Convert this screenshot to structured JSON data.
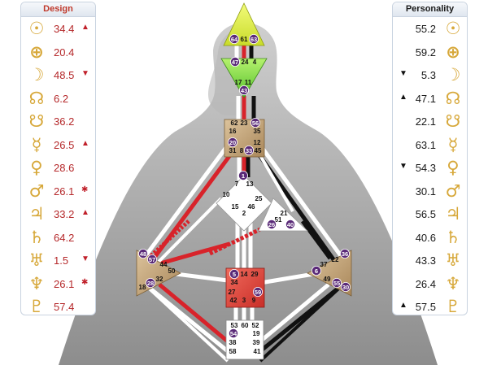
{
  "design": {
    "title": "Design",
    "accent": "#b5282a",
    "rows": [
      {
        "planet_icon": "sun-icon",
        "glyph": "☉",
        "value": "34.4",
        "mark": "▲"
      },
      {
        "planet_icon": "earth-icon",
        "glyph": "⊕",
        "value": "20.4",
        "mark": ""
      },
      {
        "planet_icon": "moon-icon",
        "glyph": "☽",
        "value": "48.5",
        "mark": "▼"
      },
      {
        "planet_icon": "north-node-icon",
        "glyph": "☊",
        "value": "6.2",
        "mark": ""
      },
      {
        "planet_icon": "south-node-icon",
        "glyph": "☋",
        "value": "36.2",
        "mark": ""
      },
      {
        "planet_icon": "mercury-icon",
        "glyph": "☿",
        "value": "26.5",
        "mark": "▲"
      },
      {
        "planet_icon": "venus-icon",
        "glyph": "♀",
        "value": "28.6",
        "mark": ""
      },
      {
        "planet_icon": "mars-icon",
        "glyph": "♂",
        "value": "26.1",
        "mark": "✱"
      },
      {
        "planet_icon": "jupiter-icon",
        "glyph": "♃",
        "value": "33.2",
        "mark": "▲"
      },
      {
        "planet_icon": "saturn-icon",
        "glyph": "♄",
        "value": "64.2",
        "mark": ""
      },
      {
        "planet_icon": "uranus-icon",
        "glyph": "♅",
        "value": "1.5",
        "mark": "▼"
      },
      {
        "planet_icon": "neptune-icon",
        "glyph": "♆",
        "value": "26.1",
        "mark": "✱"
      },
      {
        "planet_icon": "pluto-icon",
        "glyph": "♇",
        "value": "57.4",
        "mark": ""
      }
    ]
  },
  "personality": {
    "title": "Personality",
    "rows": [
      {
        "planet_icon": "sun-icon",
        "glyph": "☉",
        "value": "55.2",
        "mark": ""
      },
      {
        "planet_icon": "earth-icon",
        "glyph": "⊕",
        "value": "59.2",
        "mark": ""
      },
      {
        "planet_icon": "moon-icon",
        "glyph": "☽",
        "value": "5.3",
        "mark": "▼"
      },
      {
        "planet_icon": "north-node-icon",
        "glyph": "☊",
        "value": "47.1",
        "mark": "▲"
      },
      {
        "planet_icon": "south-node-icon",
        "glyph": "☋",
        "value": "22.1",
        "mark": ""
      },
      {
        "planet_icon": "mercury-icon",
        "glyph": "☿",
        "value": "63.1",
        "mark": ""
      },
      {
        "planet_icon": "venus-icon",
        "glyph": "♀",
        "value": "54.3",
        "mark": "▼"
      },
      {
        "planet_icon": "mars-icon",
        "glyph": "♂",
        "value": "30.1",
        "mark": ""
      },
      {
        "planet_icon": "jupiter-icon",
        "glyph": "♃",
        "value": "56.5",
        "mark": ""
      },
      {
        "planet_icon": "saturn-icon",
        "glyph": "♄",
        "value": "40.6",
        "mark": ""
      },
      {
        "planet_icon": "uranus-icon",
        "glyph": "♅",
        "value": "43.3",
        "mark": ""
      },
      {
        "planet_icon": "neptune-icon",
        "glyph": "♆",
        "value": "26.4",
        "mark": ""
      },
      {
        "planet_icon": "pluto-icon",
        "glyph": "♇",
        "value": "57.5",
        "mark": "▲"
      }
    ]
  },
  "bodygraph": {
    "colors": {
      "head": "#e6f25a",
      "ajna": "#8ee04a",
      "g": "#ffffff",
      "throat": "#c8a77a",
      "heart": "#ffffff",
      "sacral": "#e2473a",
      "spleen": "#c8a77a",
      "solar_plexus": "#c8a77a",
      "root": "#ffffff",
      "channel_red": "#d8232a",
      "channel_black": "#111111",
      "silhouette": "#9a9a9a"
    },
    "gates": {
      "head": [
        "64",
        "61",
        "63"
      ],
      "ajna": [
        "47",
        "24",
        "4",
        "17",
        "11",
        "43"
      ],
      "throat": [
        "62",
        "23",
        "56",
        "16",
        "35",
        "20",
        "12",
        "31",
        "8",
        "33",
        "45"
      ],
      "g": [
        "1",
        "7",
        "13",
        "10",
        "25",
        "15",
        "46",
        "2"
      ],
      "heart": [
        "21",
        "51",
        "26",
        "40"
      ],
      "spleen": [
        "48",
        "57",
        "44",
        "50",
        "32",
        "28",
        "18"
      ],
      "sacral": [
        "5",
        "14",
        "29",
        "34",
        "27",
        "59",
        "42",
        "3",
        "9"
      ],
      "solar_plexus": [
        "36",
        "22",
        "37",
        "6",
        "49",
        "55",
        "30"
      ],
      "root": [
        "53",
        "60",
        "52",
        "54",
        "19",
        "38",
        "39",
        "58",
        "41"
      ]
    },
    "active_gates": [
      "64",
      "63",
      "47",
      "43",
      "56",
      "20",
      "33",
      "1",
      "26",
      "40",
      "48",
      "57",
      "28",
      "5",
      "59",
      "6",
      "36",
      "55",
      "30",
      "54"
    ]
  }
}
